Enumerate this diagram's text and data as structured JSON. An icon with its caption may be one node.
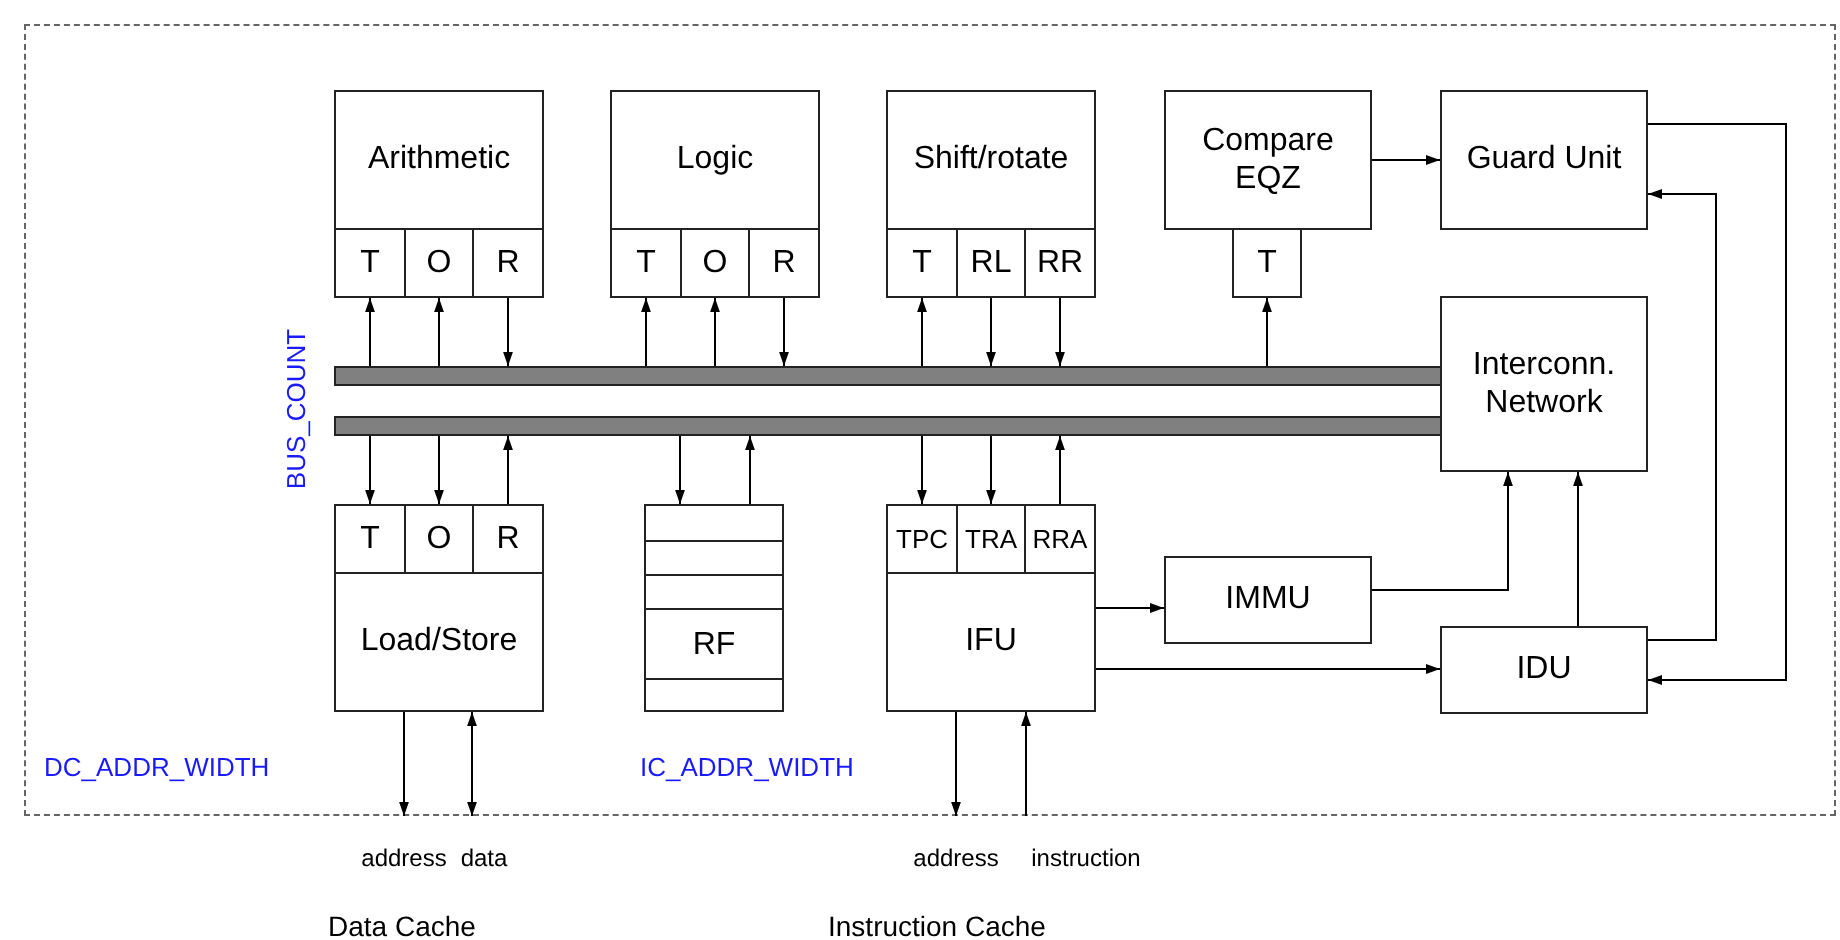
{
  "diagram": {
    "nodes": [
      {
        "text": [
          "Arithmetic"
        ]
      },
      {
        "text": [
          "T"
        ]
      },
      {
        "text": [
          "O"
        ]
      },
      {
        "text": [
          "R"
        ]
      },
      {
        "text": [
          "Logic"
        ]
      },
      {
        "text": [
          "T"
        ]
      },
      {
        "text": [
          "O"
        ]
      },
      {
        "text": [
          "R"
        ]
      },
      {
        "text": [
          "Shift/rotate"
        ]
      },
      {
        "text": [
          "T"
        ]
      },
      {
        "text": [
          "RL"
        ]
      },
      {
        "text": [
          "RR"
        ]
      },
      {
        "text": [
          "Compare EQZ"
        ]
      },
      {
        "text": [
          "T"
        ]
      },
      {
        "text": [
          "Guard Unit"
        ]
      },
      {
        "text": [],
        "shape": "bar"
      },
      {
        "text": [
          "Interconn. Network"
        ]
      },
      {
        "text": [],
        "shape": "bar"
      },
      {
        "text": [
          "T"
        ]
      },
      {
        "text": [
          "O"
        ]
      },
      {
        "text": [
          "R"
        ]
      },
      {
        "text": [
          "Load/Store"
        ]
      },
      {
        "text": [
          "RF"
        ]
      },
      {
        "text": [
          "TPC"
        ]
      },
      {
        "text": [
          "TRA"
        ]
      },
      {
        "text": [
          "RRA"
        ]
      },
      {
        "text": [
          "IFU"
        ]
      },
      {
        "text": [
          "IMMU"
        ]
      },
      {
        "text": [
          "IDU"
        ]
      },
      {
        "text": [
          "address"
        ]
      },
      {
        "text": [
          "data"
        ]
      },
      {
        "text": [
          "address"
        ]
      },
      {
        "text": [
          "instruction"
        ]
      }
    ],
    "edges": [
      {
        "from": 15,
        "to": 1,
        "arrow": "to"
      },
      {
        "from": 15,
        "to": 2,
        "arrow": "to"
      },
      {
        "from": 3,
        "to": 15,
        "arrow": "to"
      },
      {
        "from": 15,
        "to": 5,
        "arrow": "to"
      },
      {
        "from": 15,
        "to": 6,
        "arrow": "to"
      },
      {
        "from": 7,
        "to": 15,
        "arrow": "to"
      },
      {
        "from": 15,
        "to": 9,
        "arrow": "to"
      },
      {
        "from": 10,
        "to": 15,
        "arrow": "to"
      },
      {
        "from": 11,
        "to": 15,
        "arrow": "to"
      },
      {
        "from": 15,
        "to": 13,
        "arrow": "to"
      },
      {
        "from": 12,
        "to": 14,
        "arrow": "to"
      },
      {
        "from": 14,
        "to": 28,
        "arrow": "to"
      },
      {
        "from": 28,
        "to": 14,
        "arrow": "to"
      },
      {
        "from": 17,
        "to": 18,
        "arrow": "to"
      },
      {
        "from": 17,
        "to": 19,
        "arrow": "to"
      },
      {
        "from": 20,
        "to": 17,
        "arrow": "to"
      },
      {
        "from": 17,
        "to": 22,
        "arrow": "to"
      },
      {
        "from": 22,
        "to": 17,
        "arrow": "to"
      },
      {
        "from": 17,
        "to": 23,
        "arrow": "to"
      },
      {
        "from": 17,
        "to": 24,
        "arrow": "to"
      },
      {
        "from": 25,
        "to": 17,
        "arrow": "to"
      },
      {
        "from": 26,
        "to": 27,
        "arrow": "to"
      },
      {
        "from": 26,
        "to": 28,
        "arrow": "to"
      },
      {
        "from": 27,
        "to": 16,
        "arrow": "to"
      },
      {
        "from": 28,
        "to": 16,
        "arrow": "to"
      },
      {
        "from": 21,
        "to": 29,
        "arrow": "to"
      },
      {
        "from": 21,
        "to": 30,
        "arrow": "both"
      },
      {
        "from": 26,
        "to": 31,
        "arrow": "to"
      },
      {
        "from": 32,
        "to": 26,
        "arrow": "to"
      }
    ],
    "labels": [
      "BUS_COUNT",
      "DC_ADDR_WIDTH",
      "IC_ADDR_WIDTH",
      "Data Cache",
      "Instruction Cache"
    ]
  }
}
